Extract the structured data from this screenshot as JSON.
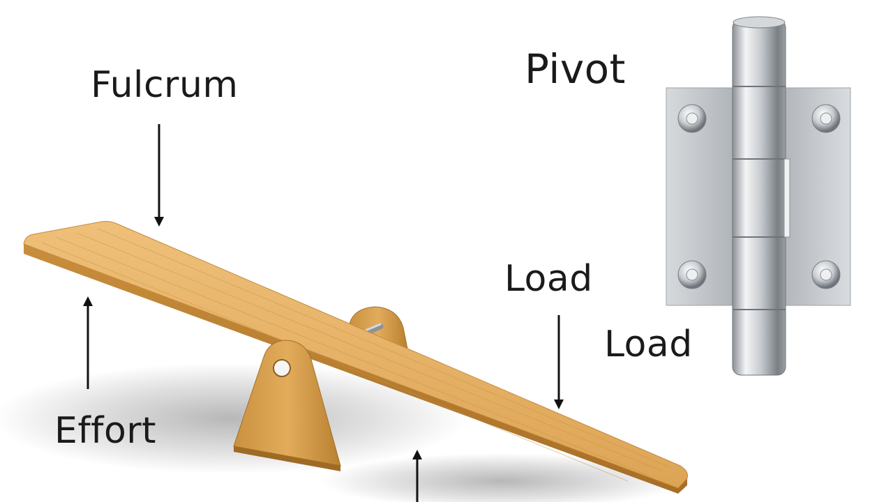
{
  "labels": {
    "fulcrum": "Fulcrum",
    "effort": "Effort",
    "load_seesaw": "Load",
    "pivot": "Pivot",
    "load_hinge": "Load"
  },
  "colors": {
    "wood_light": "#E9B66B",
    "wood_mid": "#D29A48",
    "wood_dark": "#B57A2E",
    "metal_light": "#E6E8EA",
    "metal_mid": "#B9BDC2",
    "metal_dark": "#7E8388",
    "arrow": "#111111",
    "text": "#1a1a1a"
  },
  "icons": [
    "seesaw-illustration",
    "hinge-illustration",
    "arrow-down-icon",
    "arrow-up-icon"
  ]
}
